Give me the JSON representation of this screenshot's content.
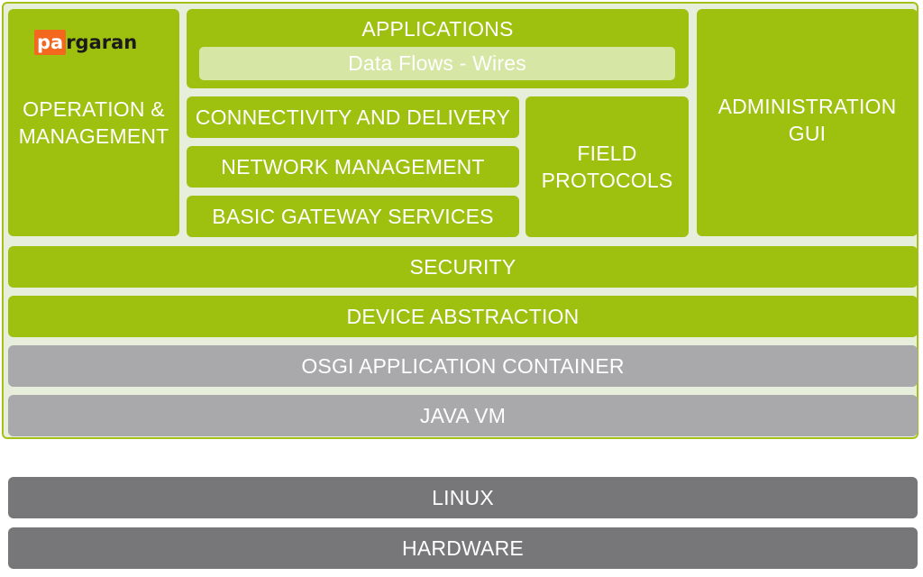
{
  "logo": {
    "mark": "pa",
    "rest": "rgaran",
    "mark_color": "#f4671f"
  },
  "colors": {
    "green": "#9ec00f",
    "light_green": "#d6e6a5",
    "grey": "#a9a9ab",
    "dark_grey": "#77777a",
    "frame": "#e8eedc"
  },
  "layers": {
    "operation": "OPERATION &\nMANAGEMENT",
    "applications": "APPLICATIONS",
    "data_flows": "Data Flows - Wires",
    "administration": "ADMINISTRATION\nGUI",
    "connectivity": "CONNECTIVITY AND DELIVERY",
    "network": "NETWORK MANAGEMENT",
    "basic_gateway": "BASIC GATEWAY SERVICES",
    "field_protocols": "FIELD\nPROTOCOLS",
    "security": "SECURITY",
    "device_abstraction": "DEVICE ABSTRACTION",
    "osgi": "OSGI APPLICATION CONTAINER",
    "java_vm": "JAVA VM",
    "linux": "LINUX",
    "hardware": "HARDWARE"
  }
}
